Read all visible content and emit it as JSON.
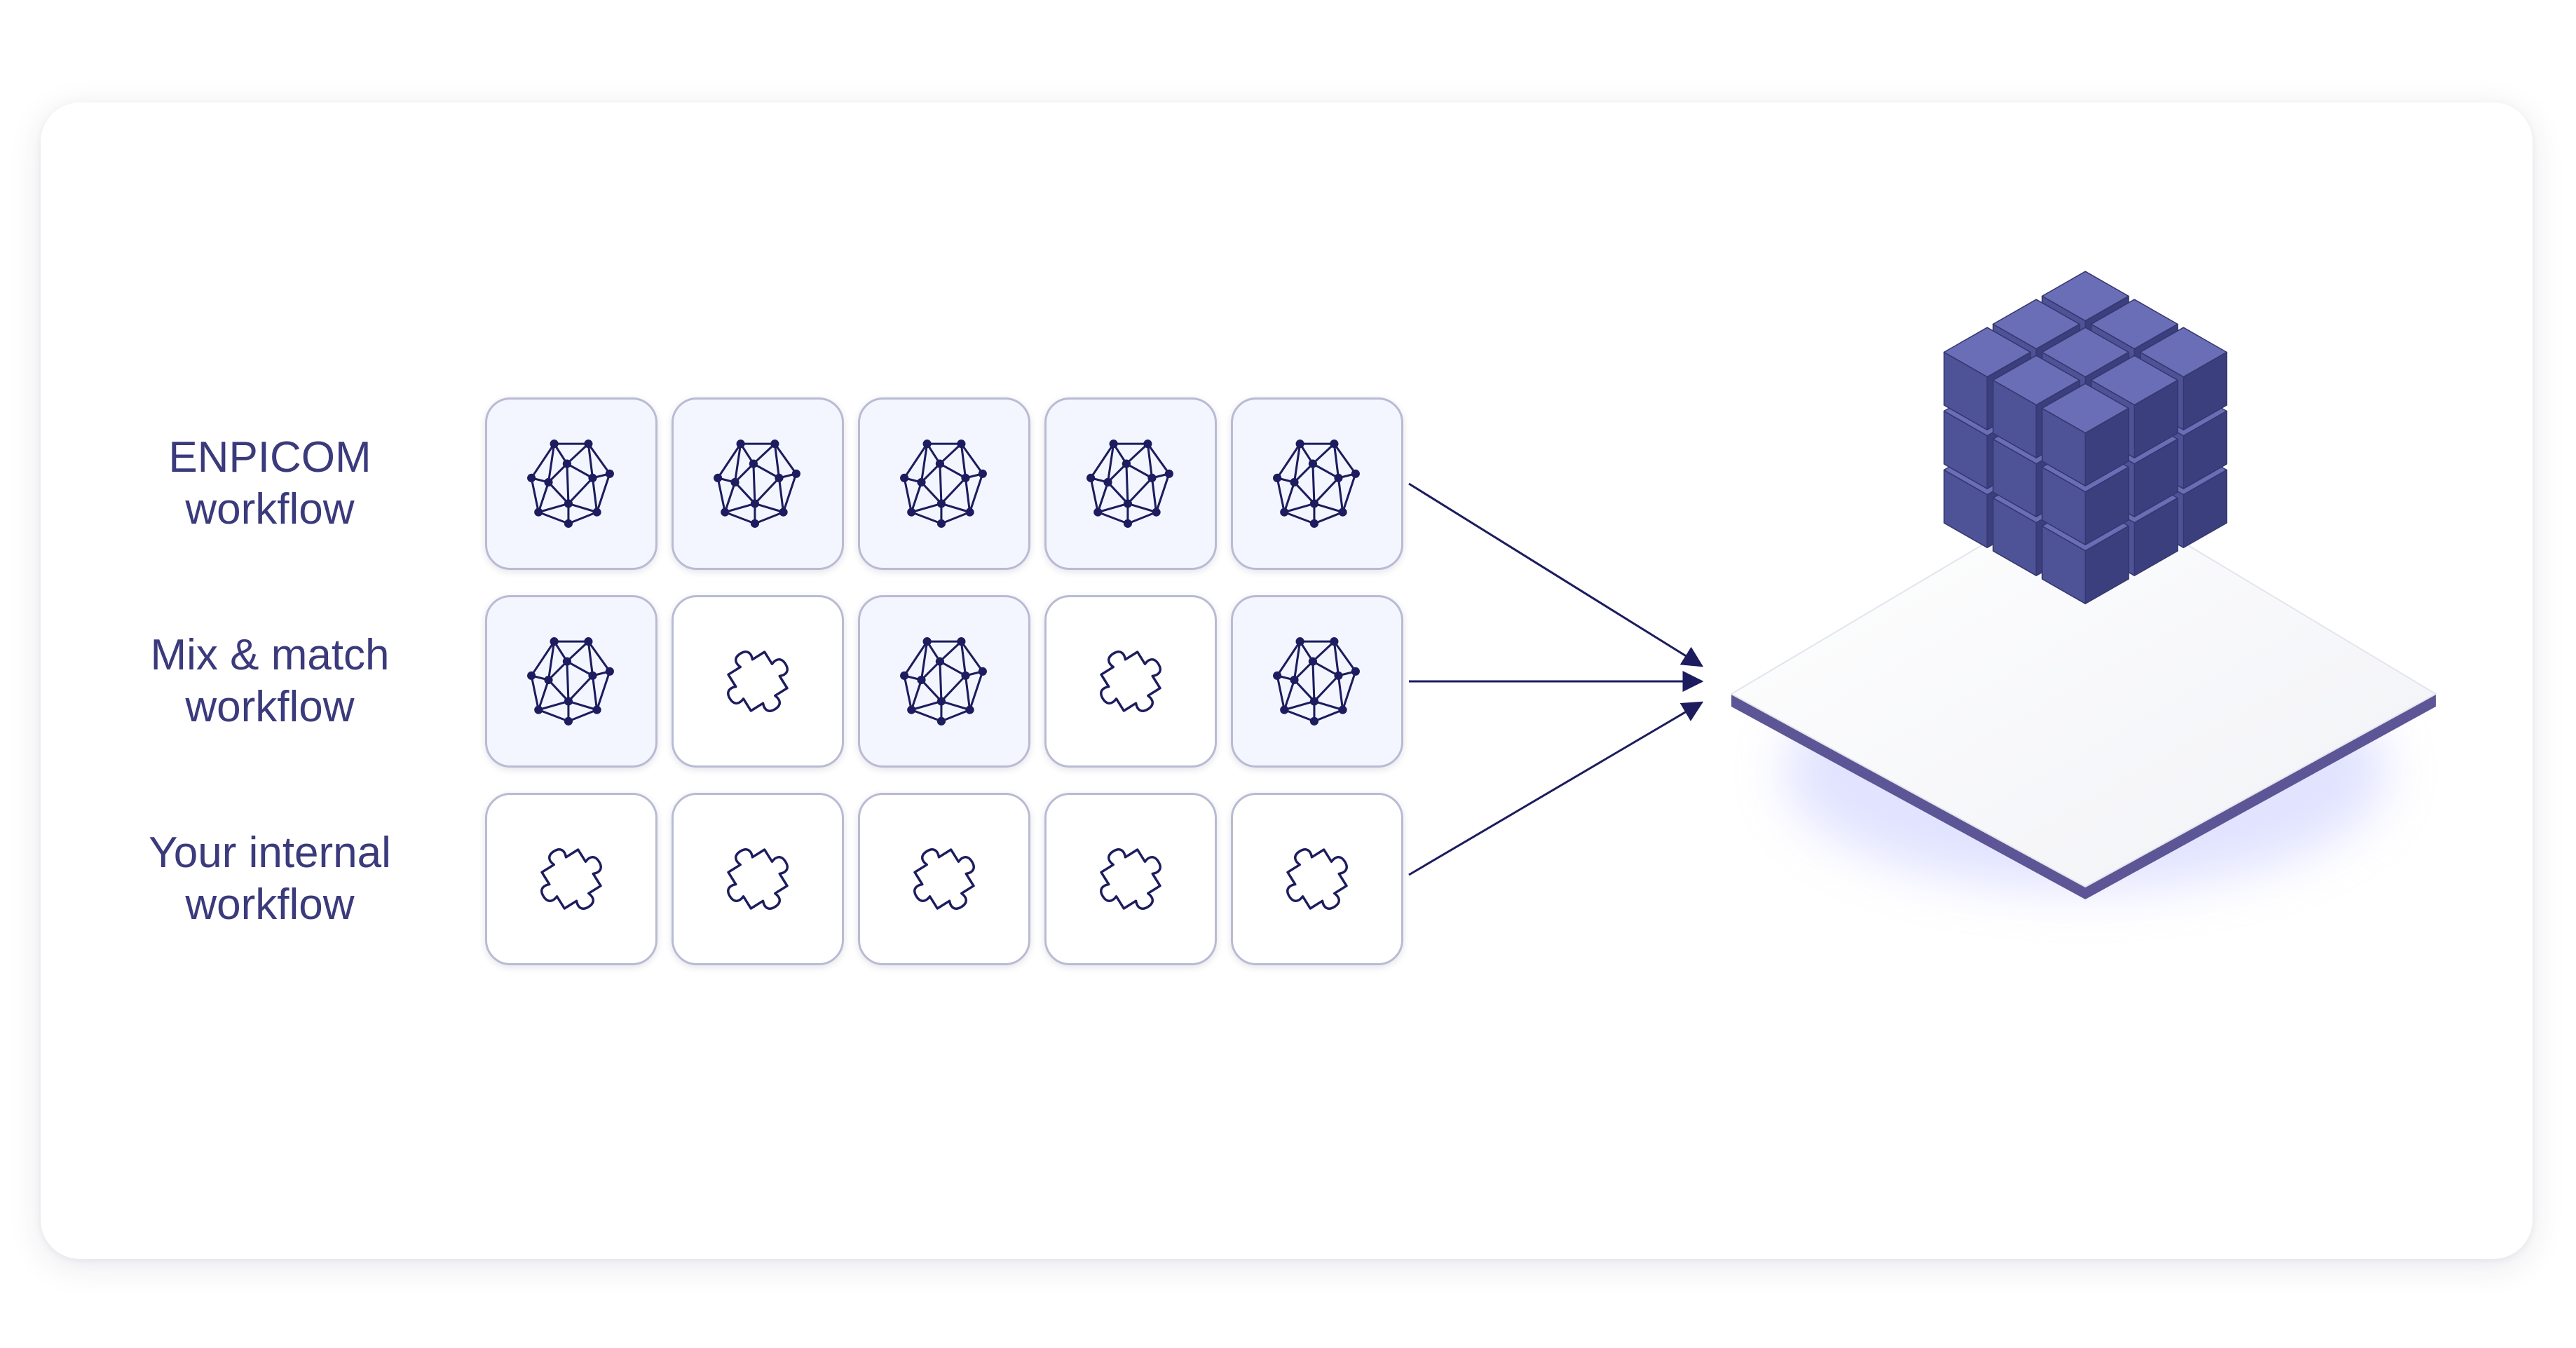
{
  "rows": [
    {
      "label_line1": "ENPICOM",
      "label_line2": "workflow",
      "modules": [
        "network-icon",
        "network-icon",
        "network-icon",
        "network-icon",
        "network-icon"
      ]
    },
    {
      "label_line1": "Mix & match",
      "label_line2": "workflow",
      "modules": [
        "network-icon",
        "puzzle-icon",
        "network-icon",
        "puzzle-icon",
        "network-icon"
      ]
    },
    {
      "label_line1": "Your internal",
      "label_line2": "workflow",
      "modules": [
        "puzzle-icon",
        "puzzle-icon",
        "puzzle-icon",
        "puzzle-icon",
        "puzzle-icon"
      ]
    }
  ],
  "colors": {
    "text": "#3a3a7c",
    "icon_stroke": "#1c1c5e",
    "filled_tile": "#f3f6fe",
    "tile_border": "#b9bbd3",
    "cube_top": "#6a6eb6",
    "cube_left": "#4e5296",
    "cube_right": "#3c3f7e",
    "platform_edge": "#5c5696",
    "platform_glow": "#c9cdff"
  }
}
